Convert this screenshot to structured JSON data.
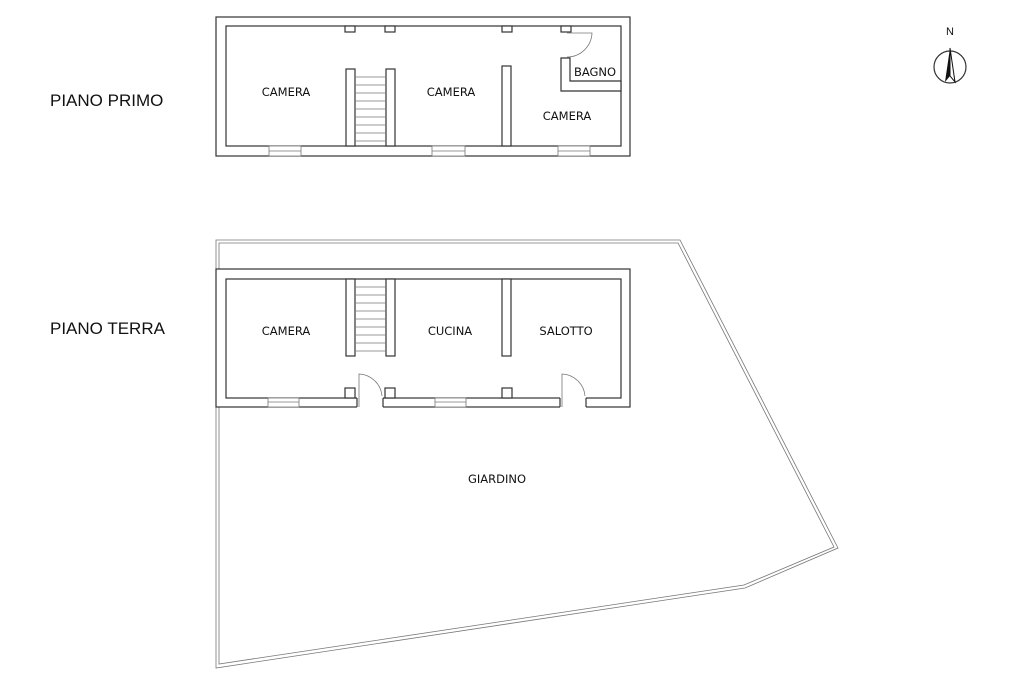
{
  "labels": {
    "first_floor": "PIANO PRIMO",
    "ground_floor": "PIANO TERRA",
    "north": "N"
  },
  "first_floor_rooms": [
    "CAMERA",
    "CAMERA",
    "BAGNO",
    "CAMERA"
  ],
  "ground_floor_rooms": [
    "CAMERA",
    "CUCINA",
    "SALOTTO"
  ],
  "garden": "GIARDINO",
  "icons": {
    "north_arrow": "north-arrow-icon"
  }
}
